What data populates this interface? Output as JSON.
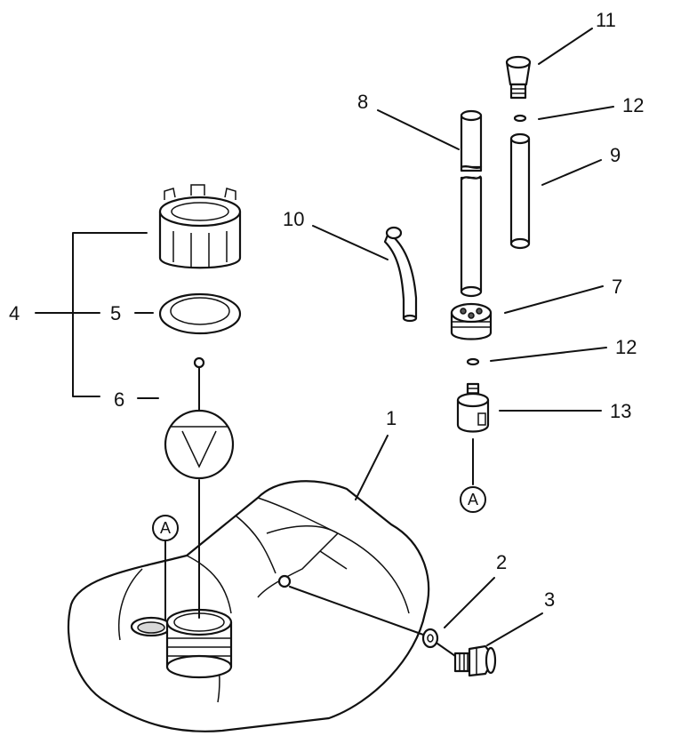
{
  "callouts": {
    "c1": "1",
    "c2": "2",
    "c3": "3",
    "c4": "4",
    "c5": "5",
    "c6": "6",
    "c7": "7",
    "c8": "8",
    "c9": "9",
    "c10": "10",
    "c11": "11",
    "c12a": "12",
    "c12b": "12",
    "c13": "13"
  },
  "reference_markers": {
    "top": "A",
    "bottom": "A"
  },
  "colors": {
    "line": "#111111",
    "fill": "#ffffff"
  }
}
